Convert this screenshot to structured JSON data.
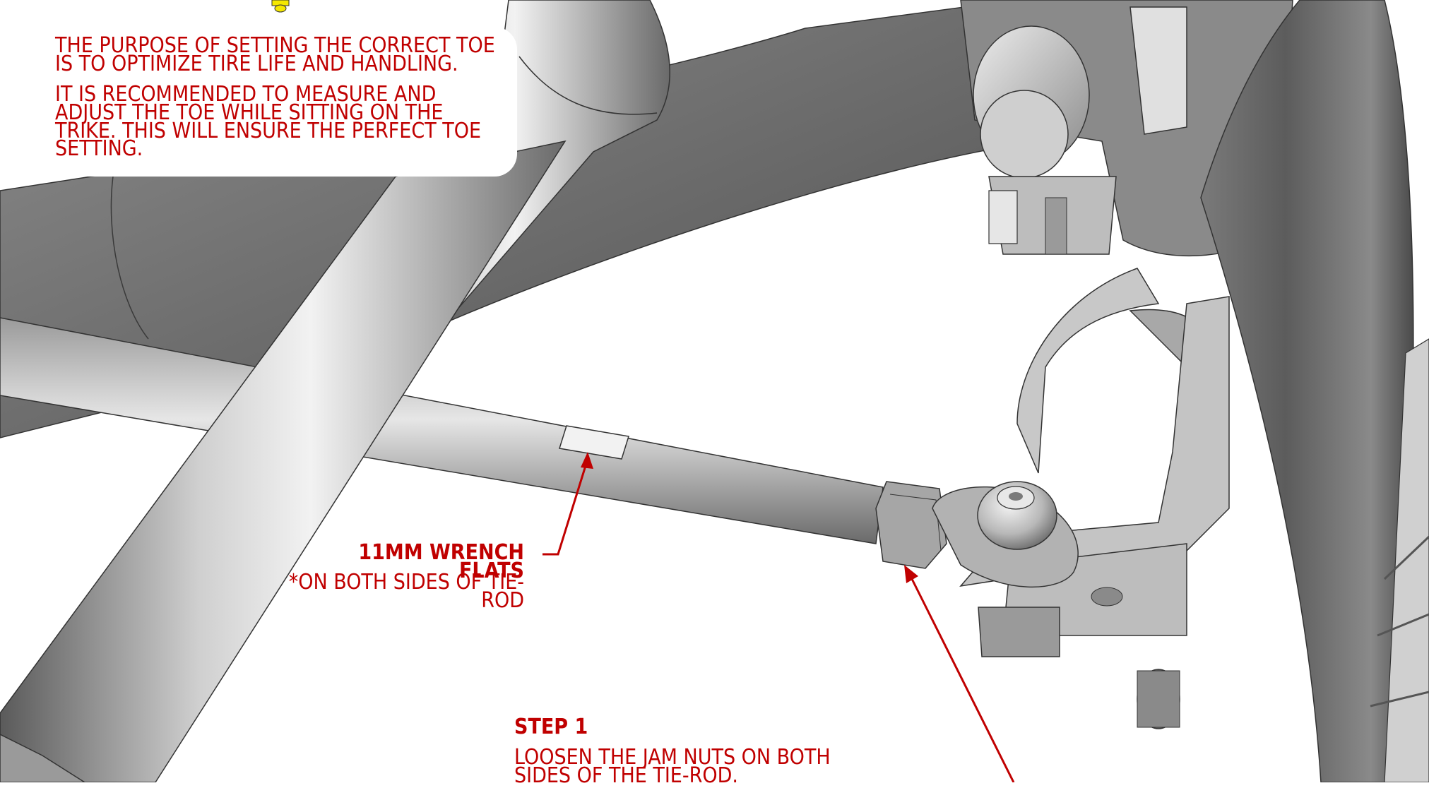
{
  "note": {
    "paragraph_1": "THE PURPOSE OF SETTING THE CORRECT TOE IS TO OPTIMIZE TIRE LIFE AND HANDLING.",
    "paragraph_2": "IT IS RECOMMENDED TO MEASURE AND ADJUST THE TOE WHILE SITTING ON THE TRIKE. THIS WILL ENSURE THE PERFECT TOE SETTING."
  },
  "callout": {
    "title": "11MM WRENCH FLATS",
    "subtitle": "*ON BOTH SIDES OF TIE-ROD"
  },
  "step": {
    "title": "STEP 1",
    "text": "LOOSEN THE JAM NUTS ON BOTH SIDES OF THE TIE-ROD."
  },
  "colors": {
    "text_red": "#c00000",
    "arrow_red": "#c00000",
    "metal_dark": "#6e6e6e",
    "metal_light": "#d6d6d6",
    "background": "#ffffff",
    "bulb_yellow": "#f5e800"
  },
  "icons": [
    "lightbulb-icon"
  ]
}
